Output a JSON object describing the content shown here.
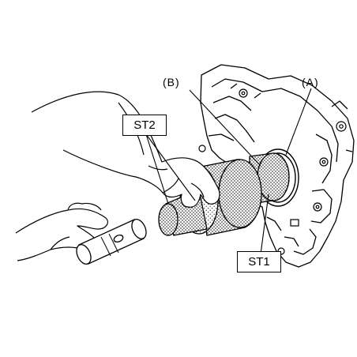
{
  "labels": {
    "st2": "ST2",
    "st1": "ST1",
    "b": "(B)",
    "a": "(A)"
  },
  "colors": {
    "line": "#000000",
    "background": "#ffffff",
    "dot": "#000000"
  }
}
